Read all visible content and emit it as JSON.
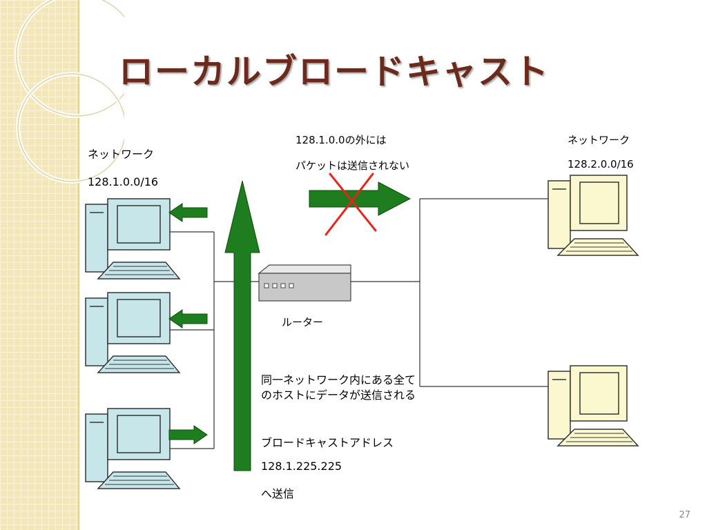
{
  "slide": {
    "title": "ローカルブロードキャスト",
    "page_number": "27"
  },
  "left_network": {
    "label": "ネットワーク",
    "address": "128.1.0.0/16"
  },
  "right_network": {
    "label": "ネットワーク",
    "address": "128.2.0.0/16"
  },
  "blocked_note": {
    "line1": "128.1.0.0の外には",
    "line2": "パケットは送信されない"
  },
  "router": {
    "label": "ルーター"
  },
  "broadcast_note": {
    "text": "同一ネットワーク内にある全てのホストにデータが送信される",
    "address_label": "ブロードキャストアドレス",
    "address": "128.1.225.225",
    "send_label": "へ送信"
  },
  "colors": {
    "title": "#6b2a1c",
    "arrow_green": "#1e7d1e",
    "cross_red": "#e8231b",
    "left_pc": "#c7e6ea",
    "right_pc": "#fbf8cf",
    "router": "#c8c8c8",
    "band": "#f3e6b8"
  },
  "icons": [
    "desktop-computer-icon",
    "router-icon",
    "cross-icon",
    "arrow-icon"
  ]
}
